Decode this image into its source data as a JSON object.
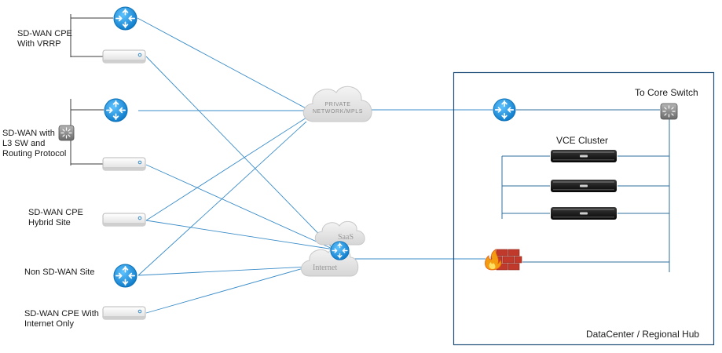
{
  "sites": {
    "vrrp": {
      "line1": "SD-WAN CPE",
      "line2": "With VRRP"
    },
    "l3": {
      "line1": "SD-WAN with",
      "line2": "L3 SW and",
      "line3": "Routing Protocol"
    },
    "hybrid": {
      "line1": "SD-WAN CPE",
      "line2": "Hybrid Site"
    },
    "non_sdwan": {
      "line1": "Non SD-WAN Site"
    },
    "internet_only": {
      "line1": "SD-WAN CPE With",
      "line2": "Internet Only"
    }
  },
  "clouds": {
    "private": {
      "line1": "PRIVATE",
      "line2": "NETWORK/MPLS"
    },
    "saas": "SaaS",
    "internet": "Internet"
  },
  "datacenter": {
    "title": "DataCenter / Regional Hub",
    "core_switch": "To Core Switch",
    "vce_cluster": "VCE Cluster"
  },
  "colors": {
    "link": "#3a8cc8",
    "router": "#1e8fd6",
    "box": "#1f4e79",
    "dc_line": "#2f6f9f"
  },
  "icons": [
    "router-icon",
    "cpe-appliance-icon",
    "l3-switch-icon",
    "cloud-icon",
    "server-icon",
    "firewall-icon"
  ]
}
